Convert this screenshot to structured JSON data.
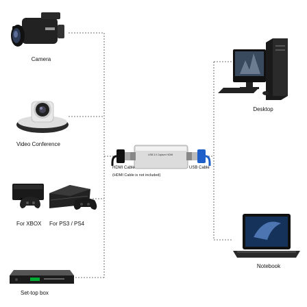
{
  "sources": {
    "camera": "Camera",
    "video_conference": "Video Conference",
    "xbox": "For XBOX",
    "ps": "For PS3 / PS4",
    "settop": "Set-top box"
  },
  "cables": {
    "hdmi": "HDMI Cable",
    "hdmi_note": "(HDMI Cable is not included)",
    "usb": "USB Cable"
  },
  "device": {
    "label": "USB 3.0 Capture HDMI"
  },
  "targets": {
    "desktop": "Desktop",
    "notebook": "Notebook"
  }
}
